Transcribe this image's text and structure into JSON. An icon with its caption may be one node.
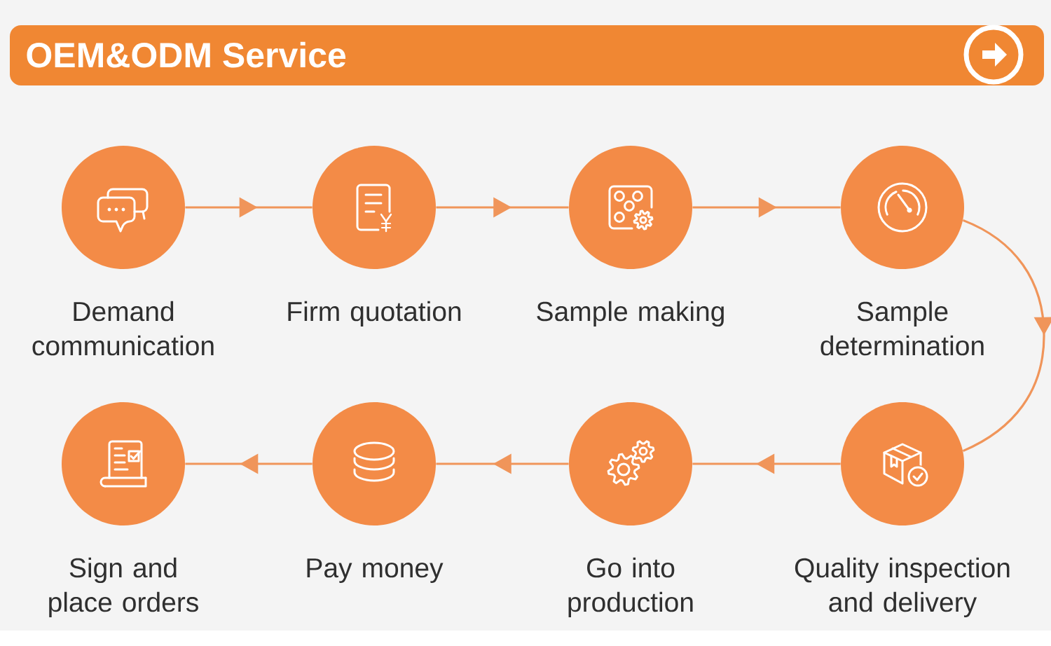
{
  "diagram": {
    "title": "OEM&ODM Service",
    "nodes": [
      {
        "text": [
          "Demand communication"
        ]
      },
      {
        "text": [
          "Firm quotation"
        ]
      },
      {
        "text": [
          "Sample making"
        ]
      },
      {
        "text": [
          "Sample determination"
        ]
      },
      {
        "text": [
          "Sign and place orders"
        ]
      },
      {
        "text": [
          "Pay money"
        ]
      },
      {
        "text": [
          "Go into production"
        ]
      },
      {
        "text": [
          "Quality inspection and delivery"
        ]
      }
    ],
    "edges": [
      {
        "from": 0,
        "to": 1,
        "arrow": "to"
      },
      {
        "from": 1,
        "to": 2,
        "arrow": "to"
      },
      {
        "from": 2,
        "to": 3,
        "arrow": "to"
      },
      {
        "from": 3,
        "to": 7,
        "arrow": "to"
      },
      {
        "from": 7,
        "to": 6,
        "arrow": "to"
      },
      {
        "from": 6,
        "to": 5,
        "arrow": "to"
      },
      {
        "from": 5,
        "to": 4,
        "arrow": "to"
      }
    ]
  }
}
